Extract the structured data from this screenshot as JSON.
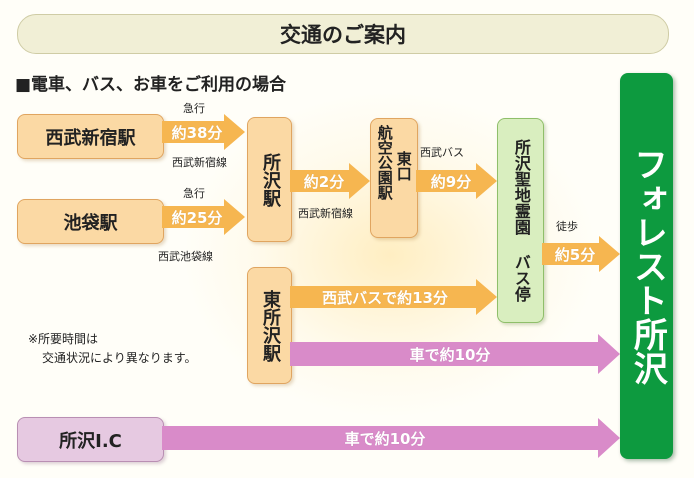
{
  "title": "交通のご案内",
  "subtitle": "■電車、バス、お車をご利用の場合",
  "stations": {
    "seibu_shinjuku": "西武新宿駅",
    "ikebukuro": "池袋駅",
    "tokorozawa": "所沢駅",
    "kokukoen": "航空公園駅",
    "kokukoen_exit": "東口",
    "higashi_tokorozawa": "東所沢駅",
    "bus_stop": "所沢聖地霊園 バス停",
    "ic": "所沢I.C",
    "destination": "フォレスト所沢"
  },
  "routes": {
    "shinjuku_time": "約38分",
    "shinjuku_type": "急行",
    "shinjuku_line": "西武新宿線",
    "ikebukuro_time": "約25分",
    "ikebukuro_type": "急行",
    "ikebukuro_line": "西武池袋線",
    "tokorozawa_time": "約2分",
    "tokorozawa_line": "西武新宿線",
    "bus_label": "西武バス",
    "bus_time": "約9分",
    "walk_label": "徒歩",
    "walk_time": "約5分",
    "higashi_bus": "西武バスで約13分",
    "higashi_car": "車で約10分",
    "ic_car": "車で約10分"
  },
  "note": {
    "line1": "※所要時間は",
    "line2": "交通状況により異なります。"
  },
  "colors": {
    "orange_arrow": "#f6b650",
    "pink_arrow": "#d98bc9",
    "green_dest": "#0d9a3f",
    "station_orange": "#fbd9a4",
    "station_green": "#d9eebf",
    "station_pink": "#e6c9e1"
  }
}
